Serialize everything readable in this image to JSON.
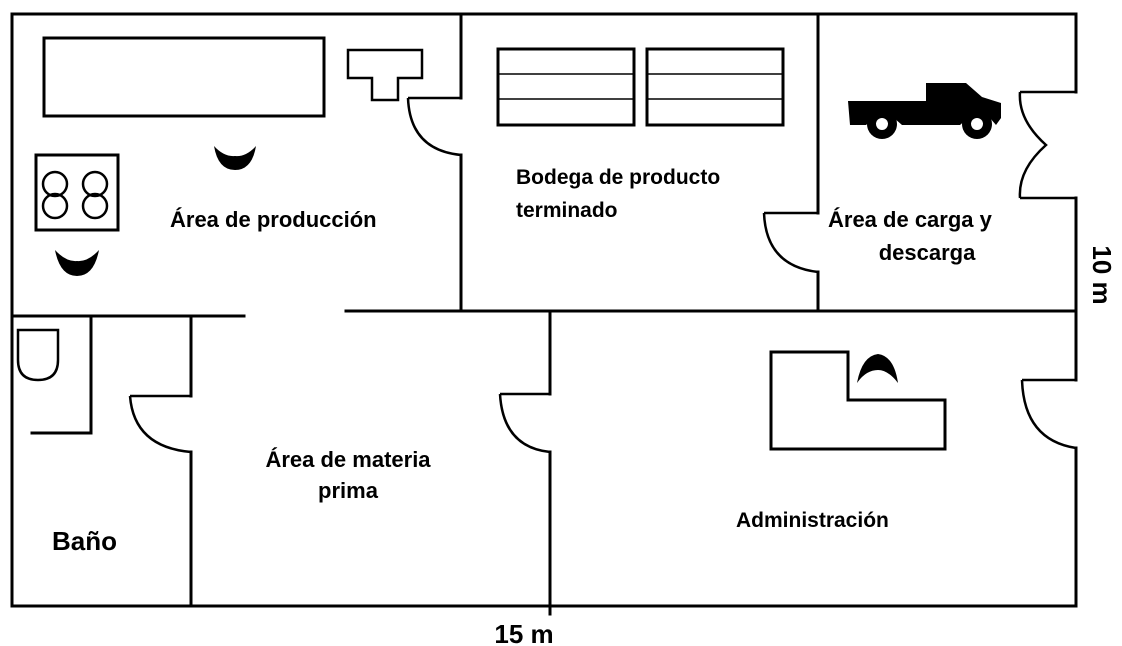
{
  "rooms": {
    "produccion": "Área de producción",
    "bodega_line1": "Bodega de producto",
    "bodega_line2": "terminado",
    "carga_line1": "Área de carga y",
    "carga_line2": "descarga",
    "materia_line1": "Área de materia",
    "materia_line2": "prima",
    "bano": "Baño",
    "administracion": "Administración"
  },
  "dimensions": {
    "width": "15 m",
    "height": "10 m"
  },
  "icons": [
    "truck-icon",
    "worker-icon",
    "stove-icon",
    "table-icon",
    "shelf-icon",
    "toilet-icon",
    "desk-icon",
    "door-icon"
  ],
  "colors": {
    "ink": "#000000",
    "background": "#ffffff"
  }
}
